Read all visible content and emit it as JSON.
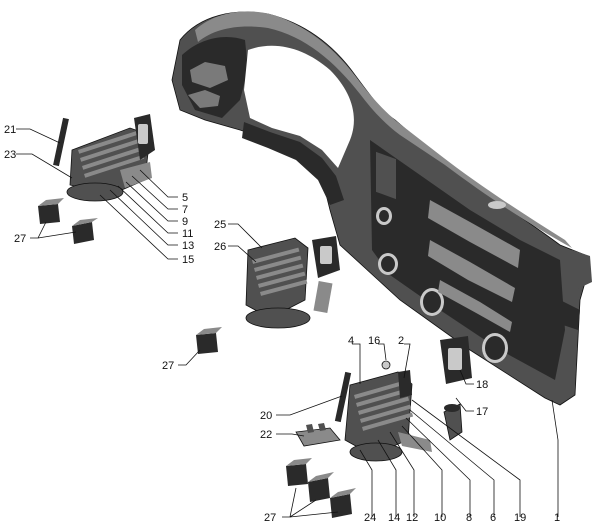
{
  "callouts": {
    "c1": "1",
    "c2": "2",
    "c4": "4",
    "c5": "5",
    "c6": "6",
    "c7": "7",
    "c8": "8",
    "c9": "9",
    "c10": "10",
    "c11": "11",
    "c12": "12",
    "c13": "13",
    "c14": "14",
    "c15": "15",
    "c16": "16",
    "c17": "17",
    "c18": "18",
    "c19": "19",
    "c20": "20",
    "c21": "21",
    "c22": "22",
    "c23": "23",
    "c24": "24",
    "c25": "25",
    "c26": "26",
    "c27a": "27",
    "c27b": "27",
    "c27c": "27"
  },
  "colors": {
    "part_dark": "#2a2a2a",
    "part_mid": "#505050",
    "part_light": "#8a8a8a",
    "background": "#ffffff"
  }
}
